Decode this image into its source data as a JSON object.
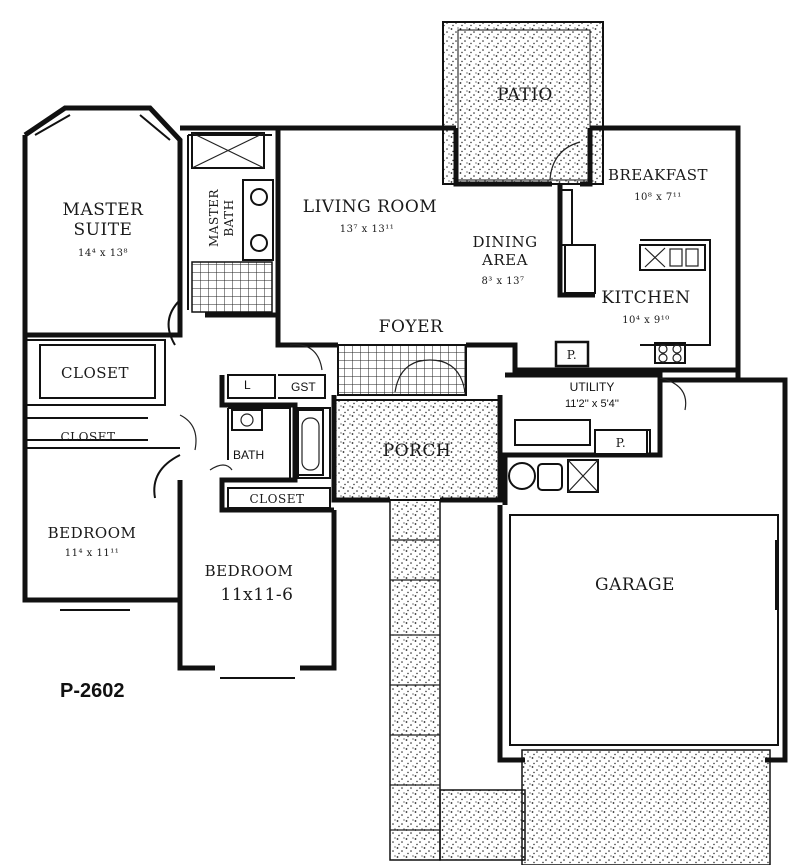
{
  "plan_id": "P-2602",
  "rooms": {
    "patio": {
      "name": "PATIO"
    },
    "breakfast": {
      "name": "BREAKFAST",
      "dims": "10⁸ x 7¹¹"
    },
    "master_suite": {
      "name_line1": "MASTER",
      "name_line2": "SUITE",
      "dims": "14⁴ x 13⁸"
    },
    "master_bath": {
      "name_line1": "MASTER",
      "name_line2": "BATH"
    },
    "living_room": {
      "name": "LIVING ROOM",
      "dims": "13⁷ x 13¹¹"
    },
    "dining_area": {
      "name_line1": "DINING",
      "name_line2": "AREA",
      "dims": "8³ x 13⁷"
    },
    "kitchen": {
      "name": "KITCHEN",
      "dims": "10⁴ x 9¹⁰"
    },
    "foyer": {
      "name": "FOYER"
    },
    "closet_master": {
      "name": "CLOSET"
    },
    "closet_hall": {
      "name": "CLOSET"
    },
    "linen": {
      "name": "L"
    },
    "guest_closet": {
      "name": "GST"
    },
    "utility": {
      "name": "UTILITY",
      "dims": "11'2'' x 5'4''"
    },
    "pantry_kitchen": {
      "name": "P."
    },
    "pantry_utility": {
      "name": "P."
    },
    "bath": {
      "name": "BATH"
    },
    "porch": {
      "name": "PORCH"
    },
    "closet_bedroom2": {
      "name": "CLOSET"
    },
    "bedroom1": {
      "name": "BEDROOM",
      "dims": "11⁴ x 11¹¹"
    },
    "bedroom2": {
      "name": "BEDROOM",
      "dims": "11x11-6"
    },
    "garage": {
      "name": "GARAGE"
    }
  }
}
